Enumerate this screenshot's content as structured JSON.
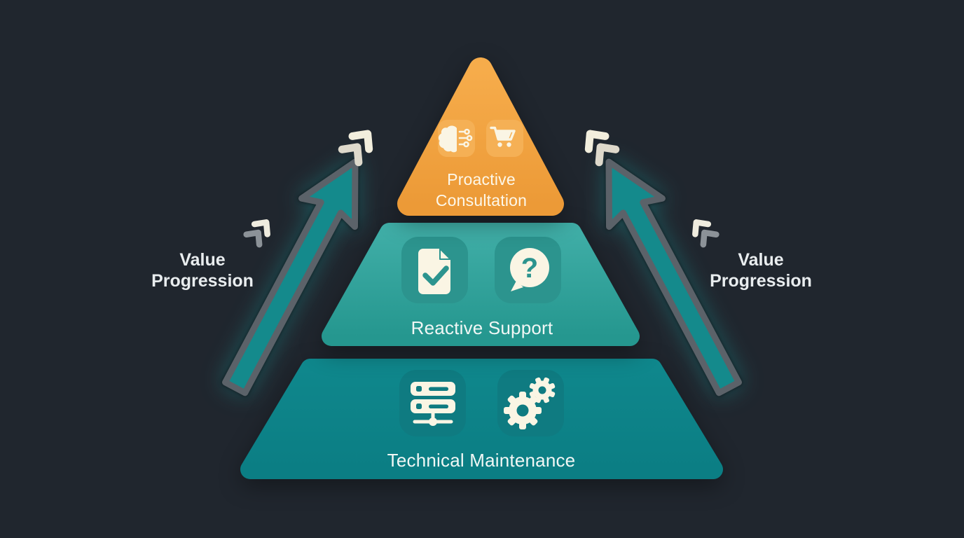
{
  "diagram": {
    "type": "pyramid",
    "background_color": "#20262e",
    "tiers": [
      {
        "id": "proactive-consultation",
        "label": "Proactive Consultation",
        "label_lines": [
          "Proactive",
          "Consultation"
        ],
        "color": "#f1a544",
        "color_top": "#f6ac4b",
        "color_bottom": "#ec9a37",
        "tile_color": "#f5b055",
        "icons": [
          "brain-circuit-icon",
          "shopping-cart-icon"
        ],
        "level": 1
      },
      {
        "id": "reactive-support",
        "label": "Reactive Support",
        "color": "#30a29b",
        "color_top": "#3fada6",
        "color_bottom": "#25978f",
        "tile_color": "#2c948e",
        "icons": [
          "document-check-icon",
          "question-bubble-icon"
        ],
        "level": 2
      },
      {
        "id": "technical-maintenance",
        "label": "Technical Maintenance",
        "color": "#0e8489",
        "color_top": "#0f878c",
        "color_bottom": "#0b7e84",
        "tile_color": "#0f7b81",
        "icons": [
          "server-stack-icon",
          "gears-icon"
        ],
        "level": 3
      }
    ],
    "annotations": {
      "left_arrow_label": "Value Progression",
      "right_arrow_label": "Value Progression",
      "arrow_direction": "up",
      "question_glyph": "?"
    },
    "colors": {
      "arrow_fill": "#148a8c",
      "arrow_outline": "#5b6269",
      "chevron_cream": "#f2eedd",
      "chevron_dull": "#ded9cb",
      "chevron_gray": "#8c9298",
      "icon_glyph": "#faf5e4",
      "text": "#e9edef"
    }
  }
}
